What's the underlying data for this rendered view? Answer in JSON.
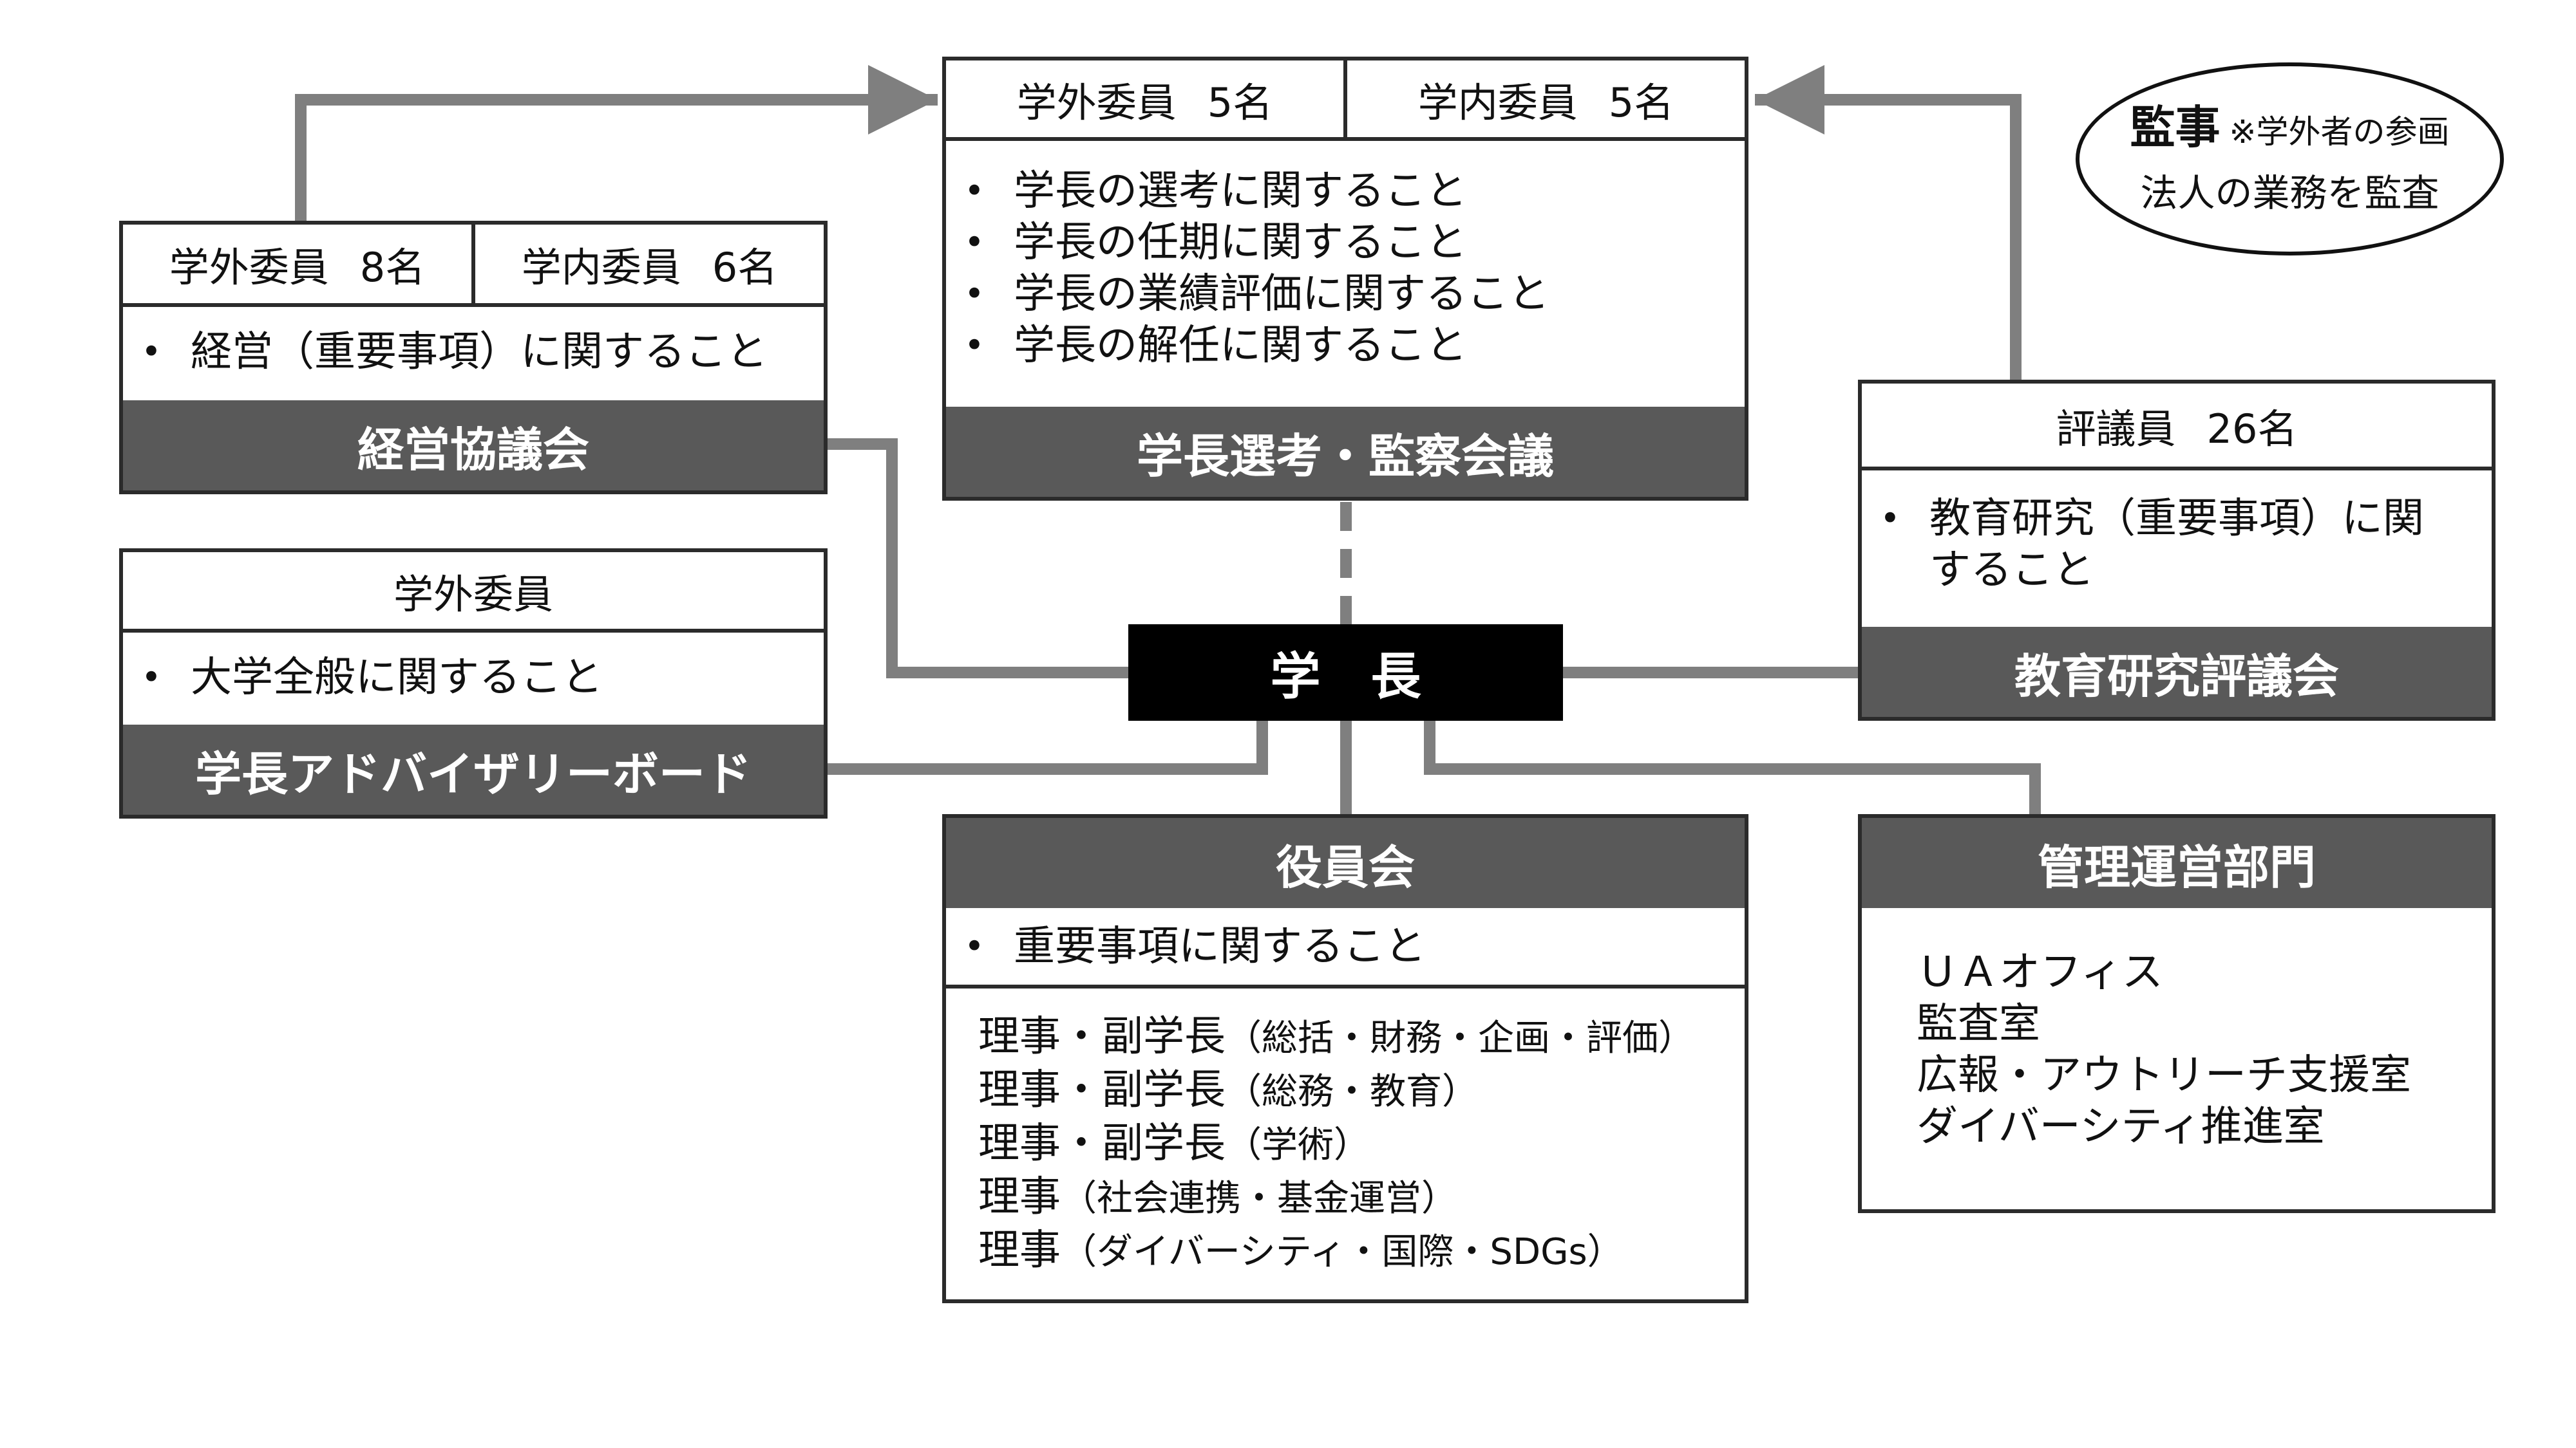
{
  "president": {
    "title": "学　長"
  },
  "selection_council": {
    "members": [
      {
        "label": "学外委員",
        "count": "5名"
      },
      {
        "label": "学内委員",
        "count": "5名"
      }
    ],
    "items": [
      "学長の選考に関すること",
      "学長の任期に関すること",
      "学長の業績評価に関すること",
      "学長の解任に関すること"
    ],
    "name": "学長選考・監察会議"
  },
  "management_council": {
    "members": [
      {
        "label": "学外委員",
        "count": "8名"
      },
      {
        "label": "学内委員",
        "count": "6名"
      }
    ],
    "items": [
      "経営（重要事項）に関すること"
    ],
    "name": "経営協議会"
  },
  "advisory_board": {
    "members": "学外委員",
    "items": [
      "大学全般に関すること"
    ],
    "name": "学長アドバイザリーボード"
  },
  "education_council": {
    "members": {
      "label": "評議員",
      "count": "26名"
    },
    "items": [
      "教育研究（重要事項）に関すること"
    ],
    "name": "教育研究評議会"
  },
  "auditor": {
    "title": "監事",
    "note": "※学外者の参画",
    "description": "法人の業務を監査"
  },
  "executive_board": {
    "name": "役員会",
    "items": [
      "重要事項に関すること"
    ],
    "members": [
      {
        "role": "理事・副学長",
        "portfolio": "（総括・財務・企画・評価）"
      },
      {
        "role": "理事・副学長",
        "portfolio": "（総務・教育）"
      },
      {
        "role": "理事・副学長",
        "portfolio": "（学術）"
      },
      {
        "role": "理事",
        "portfolio": "（社会連携・基金運営）"
      },
      {
        "role": "理事",
        "portfolio": "（ダイバーシティ・国際・SDGs）"
      }
    ]
  },
  "admin_dept": {
    "name": "管理運営部門",
    "offices": [
      "ＵＡオフィス",
      "監査室",
      "広報・アウトリーチ支援室",
      "ダイバーシティ推進室"
    ]
  },
  "colors": {
    "header_band": "#595959",
    "president_box": "#000000",
    "connector": "#7f7f7f",
    "border": "#2b2b2b"
  }
}
